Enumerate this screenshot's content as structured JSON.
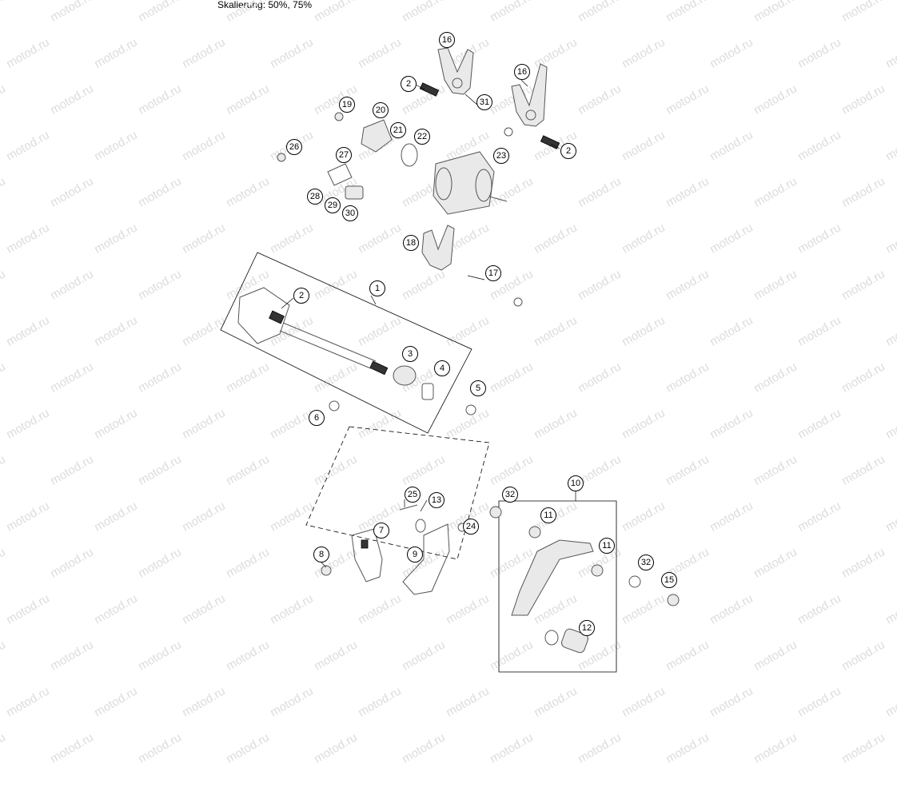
{
  "caption": "Skalierung: 50%, 75%",
  "watermark": "motod.ru",
  "callouts": [
    "1",
    "2",
    "3",
    "4",
    "5",
    "6",
    "7",
    "8",
    "9",
    "10",
    "11",
    "12",
    "13",
    "15",
    "16",
    "17",
    "18",
    "19",
    "20",
    "21",
    "22",
    "23",
    "24",
    "25",
    "26",
    "27",
    "28",
    "29",
    "30",
    "31",
    "32"
  ]
}
